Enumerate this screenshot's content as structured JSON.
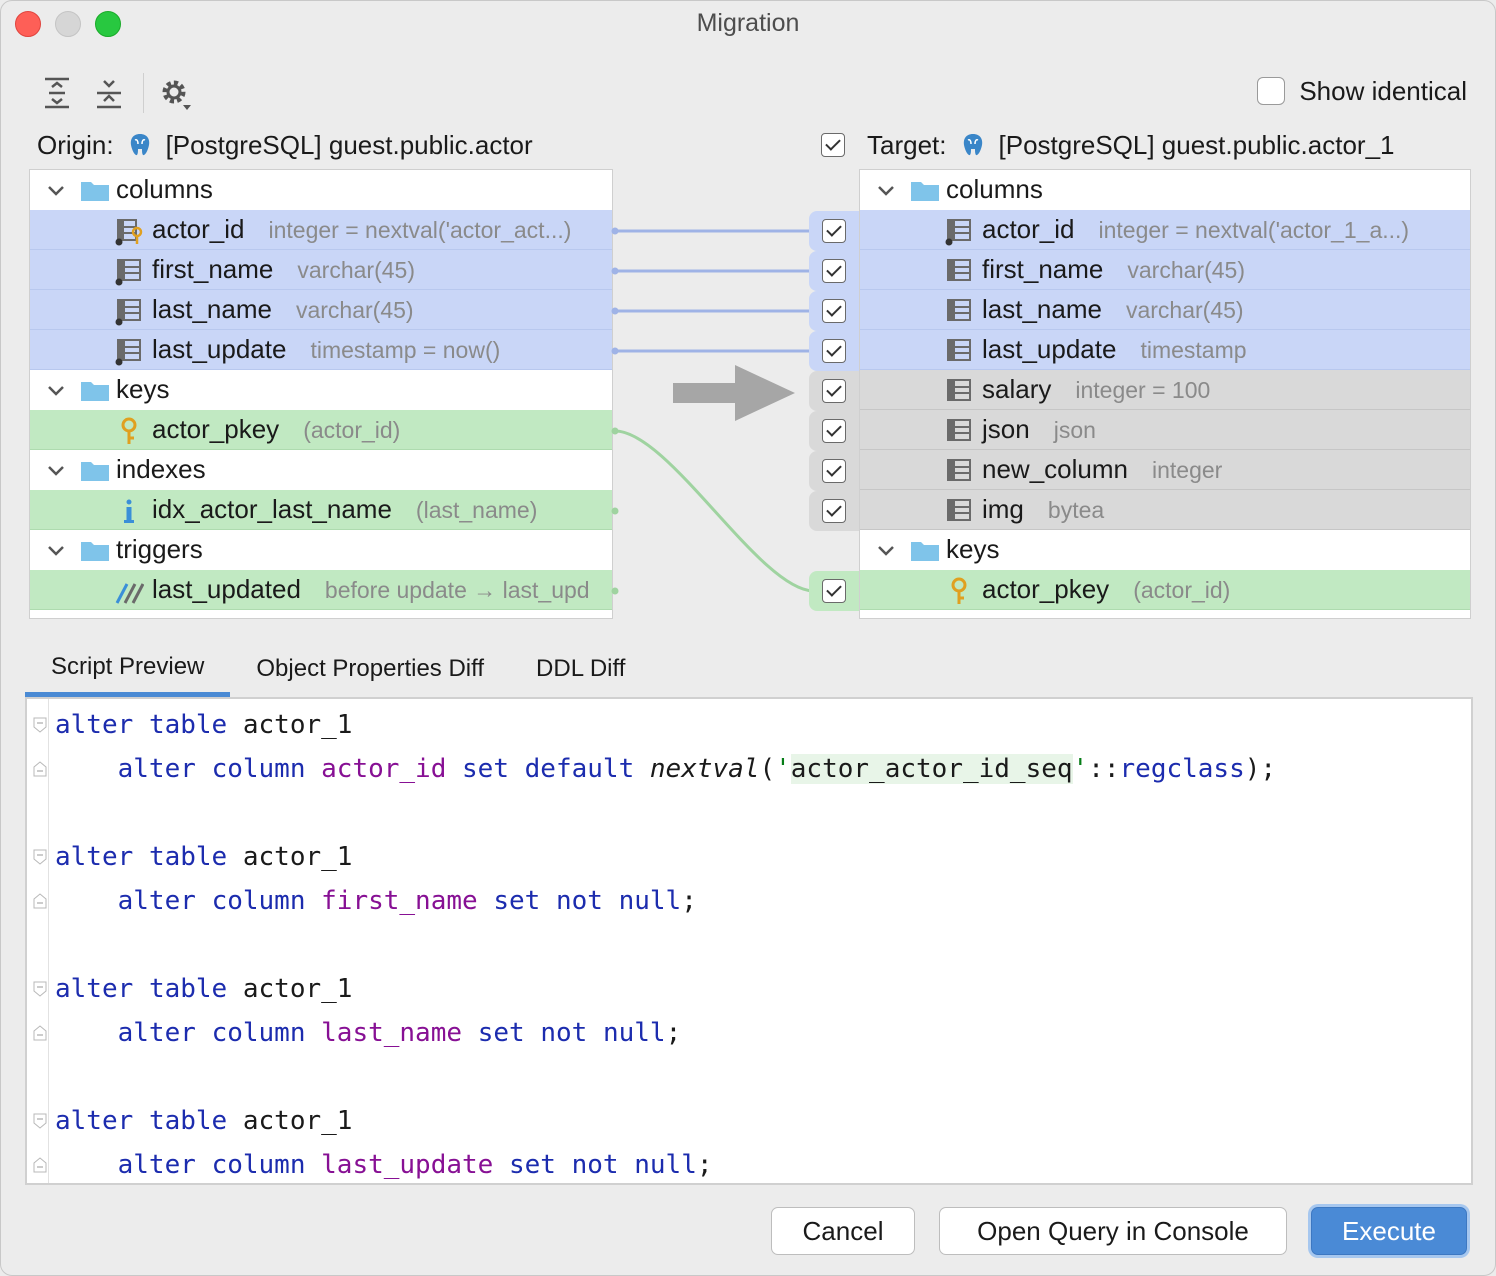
{
  "window": {
    "title": "Migration"
  },
  "toolbar": {
    "show_identical_label": "Show identical",
    "show_identical_checked": false
  },
  "origin": {
    "label": "Origin:",
    "source": "[PostgreSQL] guest.public.actor",
    "tree": [
      {
        "kind": "folder",
        "name": "columns"
      },
      {
        "kind": "column",
        "name": "actor_id",
        "detail": "integer = nextval('actor_act...)",
        "status": "blue"
      },
      {
        "kind": "column",
        "name": "first_name",
        "detail": "varchar(45)",
        "status": "blue"
      },
      {
        "kind": "column",
        "name": "last_name",
        "detail": "varchar(45)",
        "status": "blue"
      },
      {
        "kind": "column",
        "name": "last_update",
        "detail": "timestamp = now()",
        "status": "blue"
      },
      {
        "kind": "folder",
        "name": "keys"
      },
      {
        "kind": "key",
        "name": "actor_pkey",
        "detail": "(actor_id)",
        "status": "green"
      },
      {
        "kind": "folder",
        "name": "indexes"
      },
      {
        "kind": "index",
        "name": "idx_actor_last_name",
        "detail": "(last_name)",
        "status": "green"
      },
      {
        "kind": "folder",
        "name": "triggers"
      },
      {
        "kind": "trigger",
        "name": "last_updated",
        "detail": "before update → last_upd",
        "status": "green"
      }
    ]
  },
  "target": {
    "label": "Target:",
    "source": "[PostgreSQL] guest.public.actor_1",
    "tree": [
      {
        "kind": "folder",
        "name": "columns"
      },
      {
        "kind": "column",
        "name": "actor_id",
        "detail": "integer = nextval('actor_1_a...)",
        "status": "blue"
      },
      {
        "kind": "column",
        "name": "first_name",
        "detail": "varchar(45)",
        "status": "blue"
      },
      {
        "kind": "column",
        "name": "last_name",
        "detail": "varchar(45)",
        "status": "blue"
      },
      {
        "kind": "column",
        "name": "last_update",
        "detail": "timestamp",
        "status": "blue"
      },
      {
        "kind": "column",
        "name": "salary",
        "detail": "integer = 100",
        "status": "gray"
      },
      {
        "kind": "column",
        "name": "json",
        "detail": "json",
        "status": "gray"
      },
      {
        "kind": "column",
        "name": "new_column",
        "detail": "integer",
        "status": "gray"
      },
      {
        "kind": "column",
        "name": "img",
        "detail": "bytea",
        "status": "gray"
      },
      {
        "kind": "folder",
        "name": "keys"
      },
      {
        "kind": "key",
        "name": "actor_pkey",
        "detail": "(actor_id)",
        "status": "green"
      }
    ]
  },
  "tabs": [
    "Script Preview",
    "Object Properties Diff",
    "DDL Diff"
  ],
  "active_tab": "Script Preview",
  "script": {
    "lines": [
      "alter table actor_1",
      "    alter column actor_id set default nextval('actor_actor_id_seq'::regclass);",
      "",
      "alter table actor_1",
      "    alter column first_name set not null;",
      "",
      "alter table actor_1",
      "    alter column last_name set not null;",
      "",
      "alter table actor_1",
      "    alter column last_update set not null;"
    ]
  },
  "buttons": {
    "cancel": "Cancel",
    "open_console": "Open Query in Console",
    "execute": "Execute"
  },
  "colors": {
    "changed_blue": "#c9d6f7",
    "equal_green": "#c1e9c2",
    "new_gray": "#d9d9d9",
    "accent": "#4a8ad6"
  }
}
